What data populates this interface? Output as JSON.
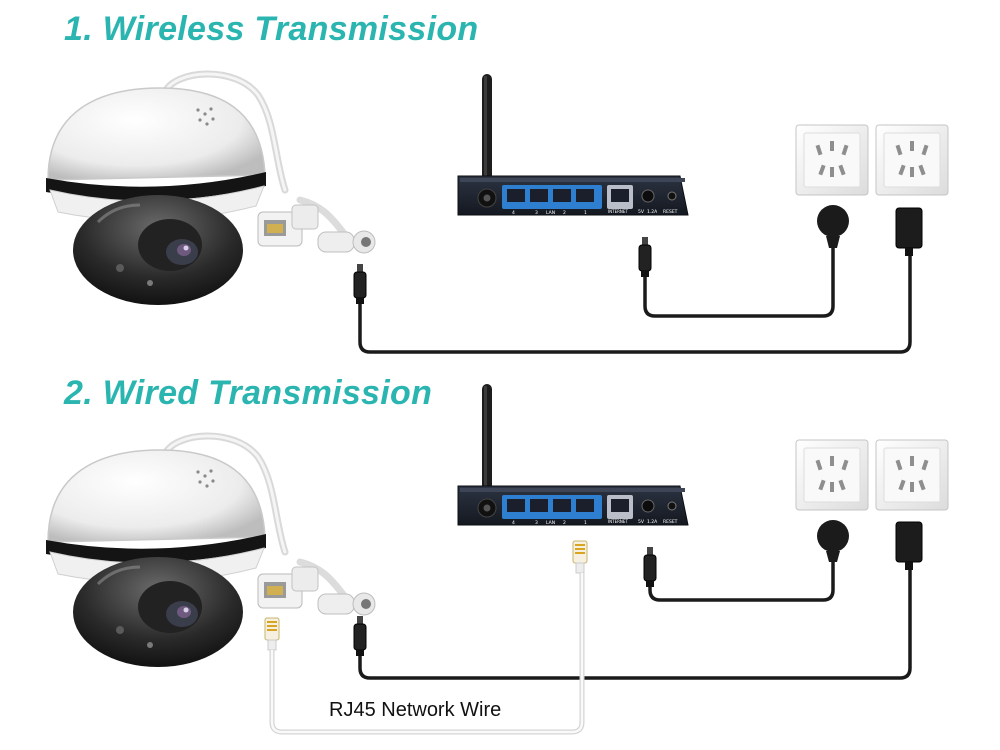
{
  "colors": {
    "title": "#2bb5b0",
    "router_body": "#1e2430",
    "router_ports": "#2f7fd1",
    "cable_black": "#1a1a1a",
    "cable_white": "#e6e6e6",
    "dome_white": "#f3f3f3",
    "outlet_face": "#f4f4f4"
  },
  "sections": [
    {
      "title": "1. Wireless Transmission",
      "router": {
        "port_labels": [
          "4",
          "3",
          "LAN",
          "2",
          "1"
        ],
        "internet_label": "INTERNET",
        "power_label": "5V",
        "power_rating": "1.2A",
        "reset_label": "RESET"
      }
    },
    {
      "title": "2. Wired Transmission",
      "router": {
        "port_labels": [
          "4",
          "3",
          "LAN",
          "2",
          "1"
        ],
        "internet_label": "INTERNET",
        "power_label": "5V",
        "power_rating": "1.2A",
        "reset_label": "RESET"
      },
      "wire_label": "RJ45 Network Wire"
    }
  ],
  "icons": [
    "dome-camera-icon",
    "router-icon",
    "wall-outlet-icon",
    "power-adapter-icon",
    "rj45-plug-icon",
    "dc-plug-icon"
  ]
}
